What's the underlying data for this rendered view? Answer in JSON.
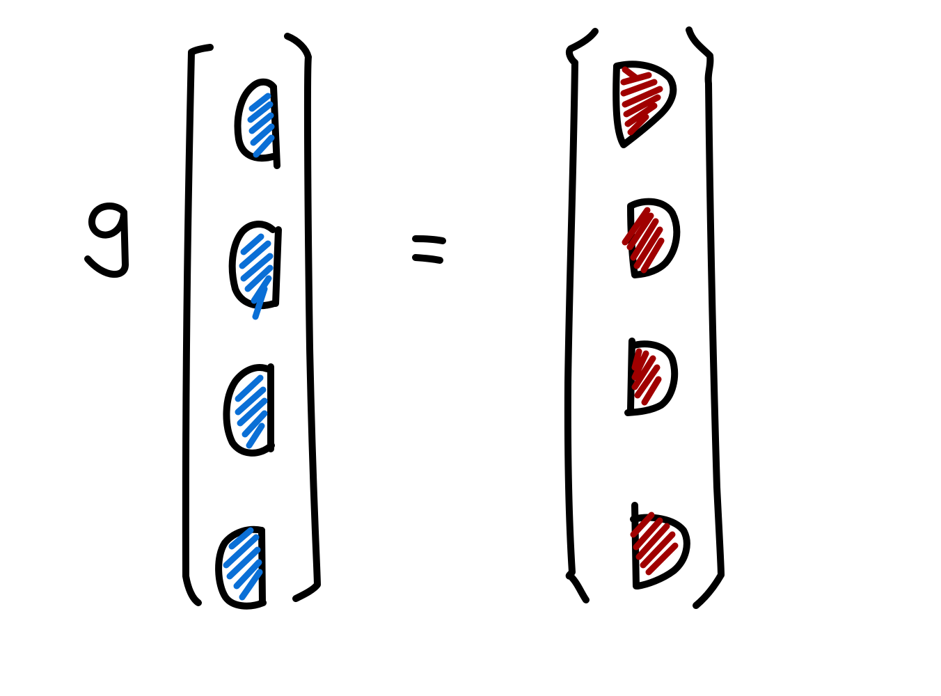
{
  "operator_label": "g",
  "equals_sign": "=",
  "left_vector": {
    "entries": 4,
    "shape": "left-half-disk",
    "fill_color": "#0a6fd6"
  },
  "right_vector": {
    "entries": 4,
    "shape": "right-half-disk",
    "fill_color": "#a00000"
  },
  "ink_color": "#000000"
}
